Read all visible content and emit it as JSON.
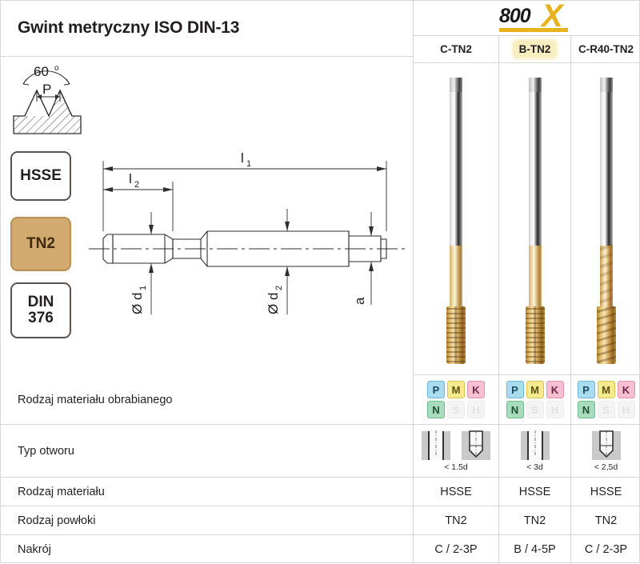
{
  "header": {
    "title": "Gwint metryczny ISO DIN-13",
    "logo": {
      "text_dark": "800",
      "text_accent": "X",
      "accent_color": "#e8b21d"
    }
  },
  "badges": [
    {
      "name": "material-badge",
      "label": "HSSE",
      "highlighted": false
    },
    {
      "name": "coating-badge",
      "label": "TN2",
      "highlighted": true,
      "color": "#d2a96f"
    },
    {
      "name": "standard-badge",
      "label_line1": "DIN",
      "label_line2": "376",
      "highlighted": false
    }
  ],
  "profile_icon": {
    "angle_label": "60",
    "degree_symbol": "o",
    "pitch_label": "P"
  },
  "drawing": {
    "length_total": "l",
    "length_total_sub": "1",
    "length_thread": "l",
    "length_thread_sub": "2",
    "dia_thread": "Ø d",
    "dia_thread_sub": "1",
    "dia_shank": "Ø d",
    "dia_shank_sub": "2",
    "square": "a"
  },
  "columns": [
    {
      "header": "C-TN2",
      "highlighted": false
    },
    {
      "header": "B-TN2",
      "highlighted": true
    },
    {
      "header": "C-R40-TN2",
      "highlighted": false
    }
  ],
  "rows": {
    "material_type": {
      "label": "Rodzaj materiału obrabianego"
    },
    "hole_type": {
      "label": "Typ otworu"
    },
    "material": {
      "label": "Rodzaj materiału",
      "values": [
        "HSSE",
        "HSSE",
        "HSSE"
      ]
    },
    "coating": {
      "label": "Rodzaj powłoki",
      "values": [
        "TN2",
        "TN2",
        "TN2"
      ]
    },
    "chamfer": {
      "label": "Nakrój",
      "values": [
        "C / 2-3P",
        "B / 4-5P",
        "C / 2-3P"
      ]
    }
  },
  "material_groups": [
    {
      "chips": [
        {
          "letter": "P",
          "active": true
        },
        {
          "letter": "M",
          "active": true
        },
        {
          "letter": "K",
          "active": true
        },
        {
          "letter": "N",
          "active": true
        },
        {
          "letter": "S",
          "active": false
        },
        {
          "letter": "H",
          "active": false
        }
      ]
    },
    {
      "chips": [
        {
          "letter": "P",
          "active": true
        },
        {
          "letter": "M",
          "active": true
        },
        {
          "letter": "K",
          "active": true
        },
        {
          "letter": "N",
          "active": true
        },
        {
          "letter": "S",
          "active": false
        },
        {
          "letter": "H",
          "active": false
        }
      ]
    },
    {
      "chips": [
        {
          "letter": "P",
          "active": true
        },
        {
          "letter": "M",
          "active": true
        },
        {
          "letter": "K",
          "active": true
        },
        {
          "letter": "N",
          "active": true
        },
        {
          "letter": "S",
          "active": false
        },
        {
          "letter": "H",
          "active": false
        }
      ]
    }
  ],
  "hole_types": [
    {
      "icons": [
        "through",
        "blind"
      ],
      "depth_label": "< 1.5d"
    },
    {
      "icons": [
        "through"
      ],
      "depth_label": "< 3d"
    },
    {
      "icons": [
        "blind"
      ],
      "depth_label": "< 2,5d"
    }
  ],
  "products": [
    {
      "name": "tap-c-tn2",
      "flute": "straight"
    },
    {
      "name": "tap-b-tn2",
      "flute": "straight"
    },
    {
      "name": "tap-c-r40-tn2",
      "flute": "spiral"
    }
  ]
}
